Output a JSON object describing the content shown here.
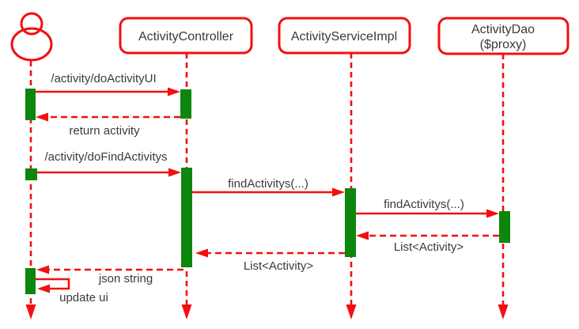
{
  "colors": {
    "red": "#f20f0f",
    "green": "#0d860d",
    "text": "#3a3a3a",
    "background": "#ffffff"
  },
  "diagram": {
    "type": "uml-sequence-diagram",
    "participants": [
      {
        "id": "user",
        "kind": "actor",
        "label": ""
      },
      {
        "id": "activity-controller",
        "kind": "object",
        "label": "ActivityController"
      },
      {
        "id": "activity-service-impl",
        "kind": "object",
        "label": "ActivityServiceImpl"
      },
      {
        "id": "activity-dao",
        "kind": "object",
        "label": "ActivityDao",
        "sublabel": "($proxy)"
      }
    ],
    "messages": [
      {
        "from": "user",
        "to": "activity-controller",
        "style": "solid",
        "label": "/activity/doActivityUI"
      },
      {
        "from": "activity-controller",
        "to": "user",
        "style": "dashed-return",
        "label": "return activity"
      },
      {
        "from": "user",
        "to": "activity-controller",
        "style": "solid",
        "label": "/activity/doFindActivitys"
      },
      {
        "from": "activity-controller",
        "to": "activity-service-impl",
        "style": "solid",
        "label": "findActivitys(...)"
      },
      {
        "from": "activity-service-impl",
        "to": "activity-dao",
        "style": "solid",
        "label": "findActivitys(...)"
      },
      {
        "from": "activity-dao",
        "to": "activity-service-impl",
        "style": "dashed-return",
        "label": "List<Activity>"
      },
      {
        "from": "activity-service-impl",
        "to": "activity-controller",
        "style": "dashed-return",
        "label": "List<Activity>"
      },
      {
        "from": "activity-controller",
        "to": "user",
        "style": "dashed-return",
        "label": "json string"
      },
      {
        "from": "user",
        "to": "user",
        "style": "self",
        "label": "update ui"
      }
    ]
  }
}
